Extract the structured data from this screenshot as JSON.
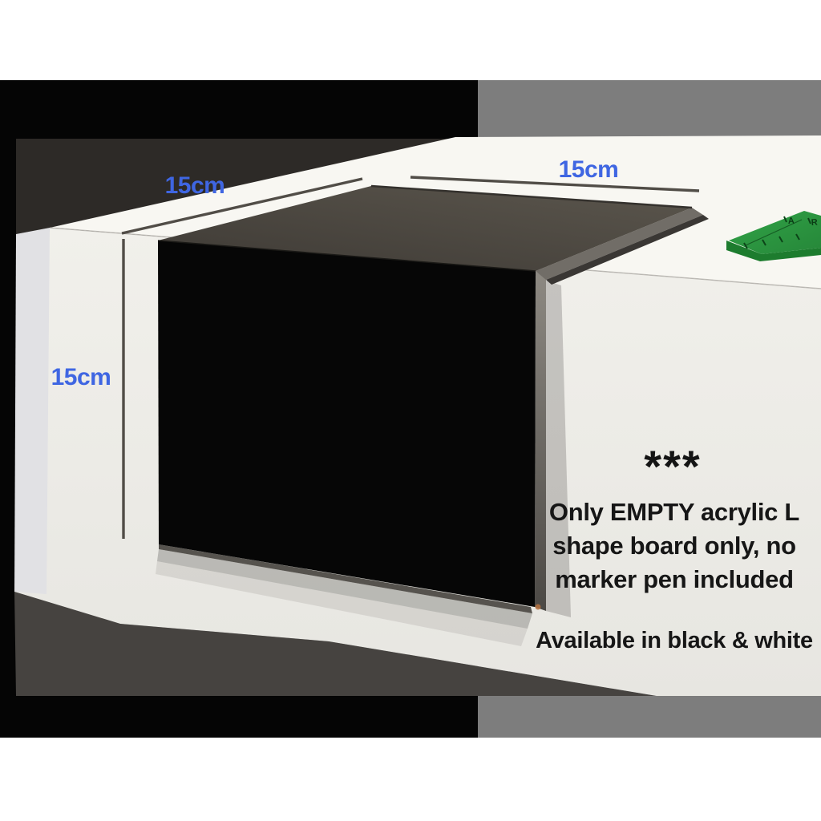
{
  "annotations": {
    "top_left_width": "15cm",
    "top_right_width": "15cm",
    "left_height": "15cm",
    "label_color": "#3f66e2"
  },
  "product_notes": {
    "stars": "***",
    "lines": [
      "Only EMPTY acrylic L",
      "shape board only, no",
      "marker pen included"
    ],
    "availability": "Available in black & white"
  },
  "ruler": {
    "letters": [
      "A",
      "R"
    ]
  },
  "palette": {
    "page_white": "#ffffff",
    "backdrop_black": "#050505",
    "backdrop_gray": "#7d7d7d",
    "wall_panel_dark": "#2d2a27",
    "under_table_shadow": "#464340",
    "table_top": "#f8f7f2",
    "table_front": "#efede9",
    "table_left_face": "#e1e1e4",
    "board_black": "#060606",
    "board_plate_gray": "#4a463f",
    "board_bevel": "#716d67",
    "dimension_line": "#514d47",
    "ruler_green": "#2f9b43",
    "ruler_green_dark": "#1d7c2e",
    "glint_orange": "#b5703d",
    "text_black": "#161616"
  }
}
